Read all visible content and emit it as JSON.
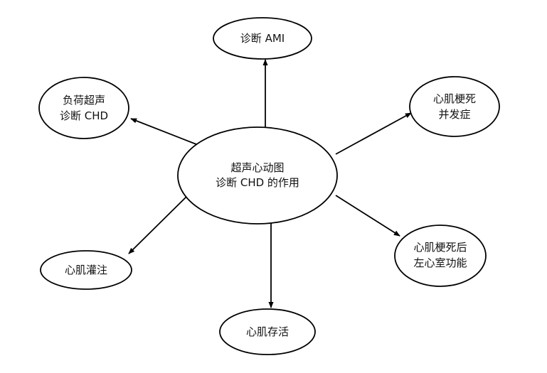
{
  "diagram": {
    "center": {
      "id": "center",
      "lines": [
        "超声心动图",
        "诊断 CHD 的作用"
      ]
    },
    "nodes": [
      {
        "id": "ami",
        "lines": [
          "诊断 AMI"
        ]
      },
      {
        "id": "stress",
        "lines": [
          "负荷超声",
          "诊断 CHD"
        ]
      },
      {
        "id": "complication",
        "lines": [
          "心肌梗死",
          "并发症"
        ]
      },
      {
        "id": "lv-function",
        "lines": [
          "心肌梗死后",
          "左心室功能"
        ]
      },
      {
        "id": "perfusion",
        "lines": [
          "心肌灌注"
        ]
      },
      {
        "id": "viability",
        "lines": [
          "心肌存活"
        ]
      }
    ],
    "edges": [
      {
        "from": "center",
        "to": "ami"
      },
      {
        "from": "center",
        "to": "stress"
      },
      {
        "from": "center",
        "to": "complication"
      },
      {
        "from": "center",
        "to": "lv-function"
      },
      {
        "from": "center",
        "to": "perfusion"
      },
      {
        "from": "center",
        "to": "viability"
      }
    ]
  }
}
